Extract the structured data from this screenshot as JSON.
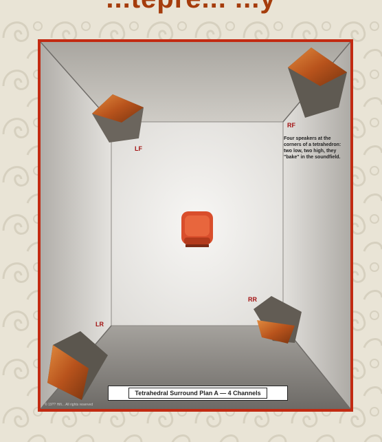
{
  "header": {
    "title_fragment": "...tepre... ...y"
  },
  "diagram": {
    "speakers": [
      {
        "id": "lf",
        "label": "LF"
      },
      {
        "id": "rf",
        "label": "RF"
      },
      {
        "id": "lr",
        "label": "LR"
      },
      {
        "id": "rr",
        "label": "RR"
      }
    ],
    "note": "Four speakers at the corners of a tetrahedron: two low, two high, they \"bake\" in the soundfield.",
    "caption": "Tetrahedral Surround Plan A — 4 Channels",
    "copyright": "© 19?? Hifi... All rights reserved"
  },
  "colors": {
    "frame": "#c22a12",
    "label": "#a31212",
    "wood": "#b8531c",
    "seat": "#d94e2c",
    "background": "#e9e4d6"
  }
}
